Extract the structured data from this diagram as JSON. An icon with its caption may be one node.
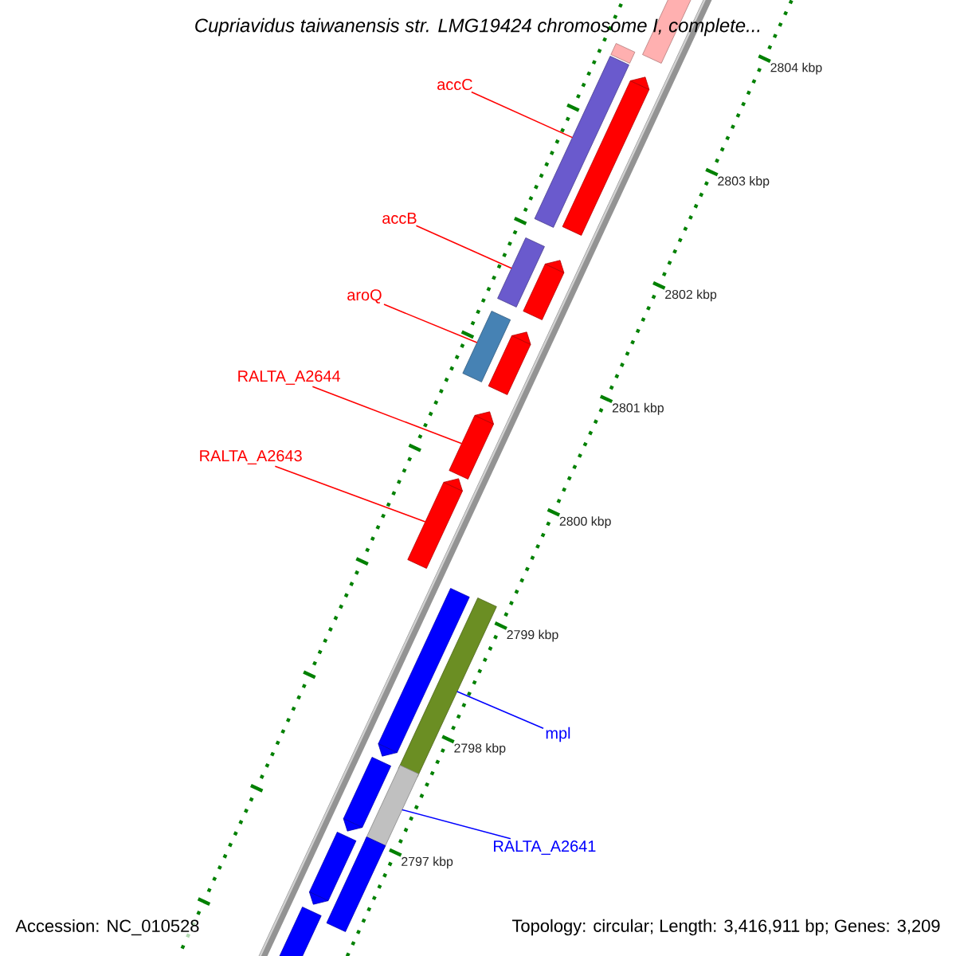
{
  "diagram": {
    "title": "Cupriavidus taiwanensis str. LMG19424 chromosome I, complete...",
    "nodes": [
      {
        "text": [
          "accC"
        ]
      },
      {
        "text": [],
        "shape": "bar"
      },
      {
        "text": [
          "accB"
        ]
      },
      {
        "text": [],
        "shape": "bar"
      },
      {
        "text": [
          "aroQ"
        ]
      },
      {
        "text": [],
        "shape": "bar"
      },
      {
        "text": [
          "RALTA_A2644"
        ]
      },
      {
        "text": [],
        "shape": "arrow"
      },
      {
        "text": [
          "RALTA_A2643"
        ]
      },
      {
        "text": [],
        "shape": "arrow"
      },
      {
        "text": [
          "mpl"
        ]
      },
      {
        "text": [],
        "shape": "bar"
      },
      {
        "text": [
          "RALTA_A2641"
        ]
      },
      {
        "text": [],
        "shape": "bar"
      },
      {
        "text": [],
        "shape": "bar"
      },
      {
        "text": [],
        "shape": "bar"
      },
      {
        "text": [],
        "shape": "arrow"
      },
      {
        "text": [],
        "shape": "arrow"
      },
      {
        "text": [],
        "shape": "arrow"
      },
      {
        "text": [],
        "shape": "arrow"
      },
      {
        "text": [],
        "shape": "arrow"
      },
      {
        "text": [],
        "shape": "bar"
      },
      {
        "text": [],
        "shape": "arrow"
      },
      {
        "text": [],
        "shape": "arrow"
      }
    ],
    "edges": [
      {
        "from": 0,
        "to": 1,
        "arrow": "none"
      },
      {
        "from": 2,
        "to": 3,
        "arrow": "none"
      },
      {
        "from": 4,
        "to": 5,
        "arrow": "none"
      },
      {
        "from": 6,
        "to": 7,
        "arrow": "none"
      },
      {
        "from": 8,
        "to": 9,
        "arrow": "none"
      },
      {
        "from": 10,
        "to": 11,
        "arrow": "none",
        "color": "#0000ff"
      },
      {
        "from": 12,
        "to": 13,
        "arrow": "none",
        "color": "#0000ff"
      }
    ],
    "labels": [
      "2804 kbp",
      "2803 kbp",
      "2802 kbp",
      "2801 kbp",
      "2800 kbp",
      "2799 kbp",
      "2798 kbp",
      "2797 kbp",
      "Accession: NC_010528",
      "Topology: circular; Length: 3,416,911 bp; Genes: 3,209"
    ]
  }
}
